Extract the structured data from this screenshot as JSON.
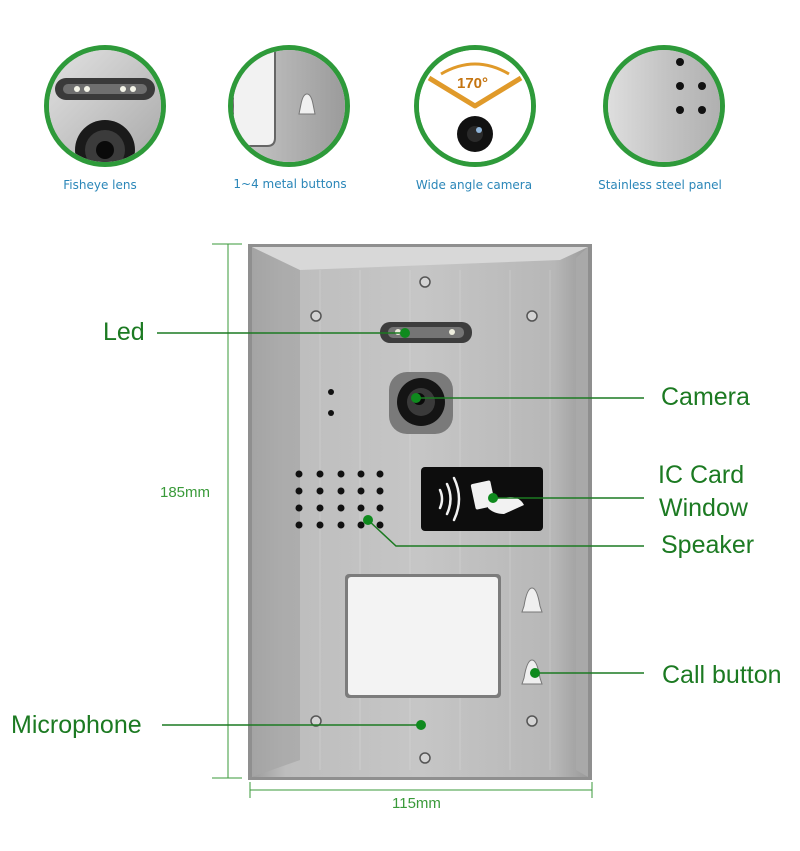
{
  "features": [
    {
      "caption": "Fisheye lens",
      "icon": "fisheye-lens-icon"
    },
    {
      "caption": "1~4 metal buttons",
      "icon": "metal-button-icon"
    },
    {
      "caption": "Wide angle camera",
      "icon": "wide-angle-camera-icon",
      "badge": "170°"
    },
    {
      "caption": "Stainless steel panel",
      "icon": "steel-panel-icon"
    }
  ],
  "callouts": {
    "led": "Led",
    "camera": "Camera",
    "ic_card_line1": "IC Card",
    "ic_card_line2": "Window",
    "speaker": "Speaker",
    "call_button": "Call button",
    "microphone": "Microphone"
  },
  "dimensions": {
    "height": "185mm",
    "width": "115mm"
  },
  "colors": {
    "accent_green": "#1c7a22",
    "caption_blue": "#2a86b8",
    "circle_border": "#2e9a3a"
  }
}
